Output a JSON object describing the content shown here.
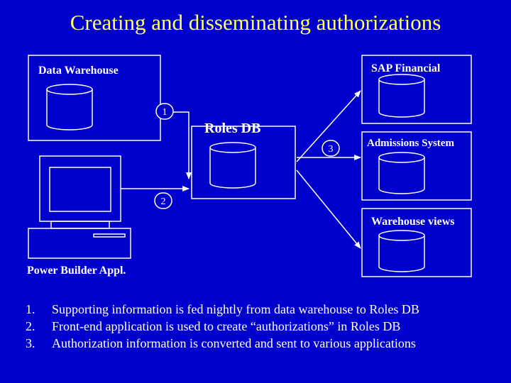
{
  "title": "Creating and disseminating authorizations",
  "nodes": {
    "data_warehouse": "Data Warehouse",
    "sap_financial": "SAP Financial",
    "roles_db": "Roles DB",
    "admissions_system": "Admissions System",
    "warehouse_views": "Warehouse views",
    "power_builder": "Power Builder Appl."
  },
  "step_badges": [
    "1",
    "2",
    "3"
  ],
  "steps": [
    {
      "num": "1.",
      "text": "Supporting information is fed nightly from data warehouse to Roles DB"
    },
    {
      "num": "2.",
      "text": "Front-end application is used to create “authorizations” in Roles DB"
    },
    {
      "num": "3.",
      "text": "Authorization information is converted and sent to various applications"
    }
  ],
  "colors": {
    "background": "#0000cc",
    "title": "#ffff66",
    "lines": "#ffffff"
  }
}
